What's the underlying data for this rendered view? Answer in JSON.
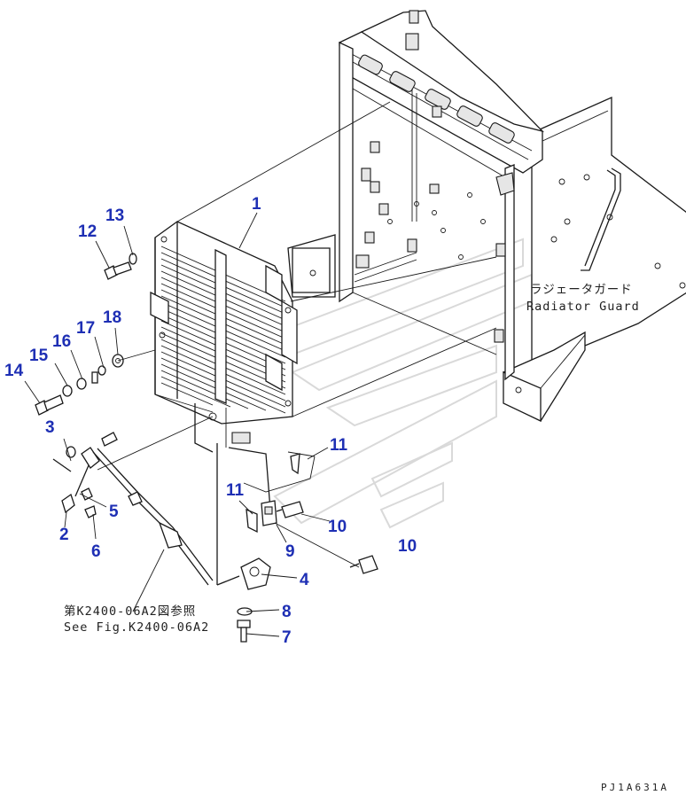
{
  "diagram": {
    "part_labels": [
      {
        "id": "p1",
        "text": "1"
      },
      {
        "id": "p2",
        "text": "2"
      },
      {
        "id": "p3",
        "text": "3"
      },
      {
        "id": "p4",
        "text": "4"
      },
      {
        "id": "p5",
        "text": "5"
      },
      {
        "id": "p6",
        "text": "6"
      },
      {
        "id": "p7",
        "text": "7"
      },
      {
        "id": "p8",
        "text": "8"
      },
      {
        "id": "p9",
        "text": "9"
      },
      {
        "id": "p10a",
        "text": "10"
      },
      {
        "id": "p10b",
        "text": "10"
      },
      {
        "id": "p11a",
        "text": "11"
      },
      {
        "id": "p11b",
        "text": "11"
      },
      {
        "id": "p12",
        "text": "12"
      },
      {
        "id": "p13",
        "text": "13"
      },
      {
        "id": "p14",
        "text": "14"
      },
      {
        "id": "p15",
        "text": "15"
      },
      {
        "id": "p16",
        "text": "16"
      },
      {
        "id": "p17",
        "text": "17"
      },
      {
        "id": "p18",
        "text": "18"
      }
    ],
    "radiator_guard_jp": "ラジェータガード",
    "radiator_guard_en": "Radiator Guard",
    "ref_jp": "第K2400-06A2図参照",
    "ref_en": "See Fig.K2400-06A2",
    "drawing_code": "PJ1A631A"
  },
  "colors": {
    "label_blue": "#1e2fb4",
    "line": "#1a1a1a",
    "watermark": "#d9d9d9"
  }
}
